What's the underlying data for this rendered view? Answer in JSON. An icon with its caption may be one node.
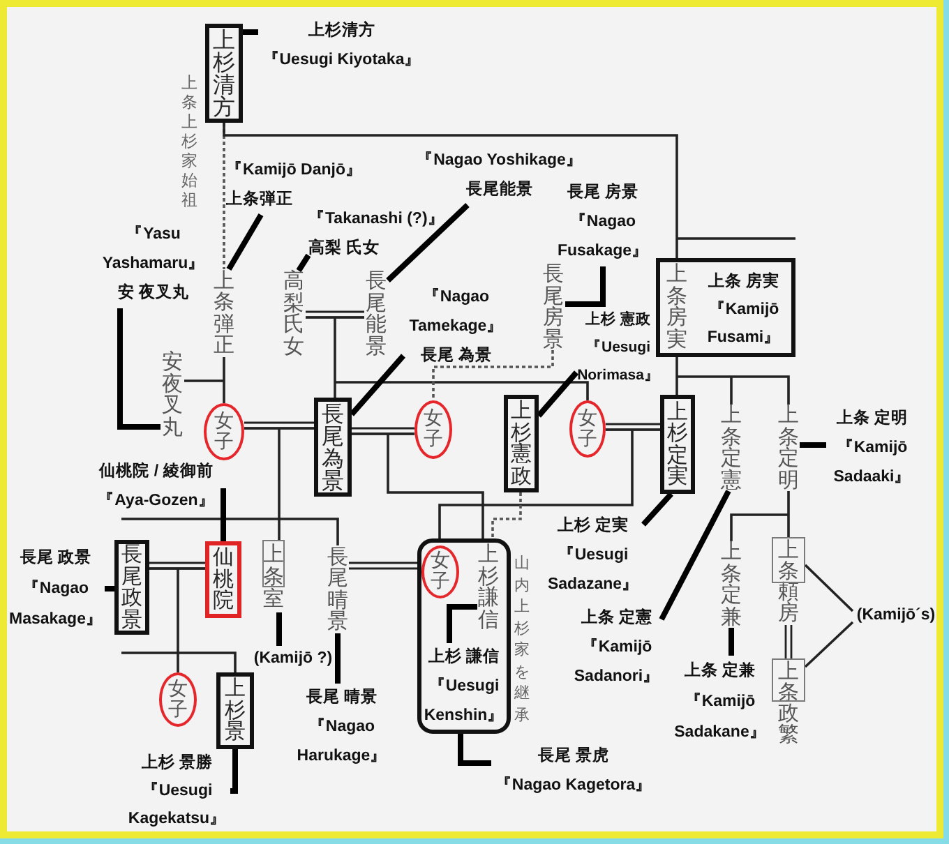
{
  "diagram": {
    "nodes": [
      {
        "text": [
          "上杉清方"
        ],
        "beside": [
          "上条上杉家始祖"
        ]
      },
      {
        "text": [
          "上杉清方",
          "『Uesugi Kiyotaka』"
        ]
      },
      {
        "text": [
          "『Kamijō Danjō』",
          "上条弾正"
        ]
      },
      {
        "text": [
          "『Nagao Yoshikage』",
          "長尾能景"
        ]
      },
      {
        "text": [
          "長尾 房景",
          "『Nagao Fusakage』"
        ]
      },
      {
        "text": [
          "『Takanashi (?)』",
          "高梨 氏女"
        ]
      },
      {
        "text": [
          "『Yasu Yashamaru』",
          "安 夜叉丸"
        ]
      },
      {
        "text": [
          "上条弾正"
        ]
      },
      {
        "text": [
          "高梨氏女"
        ]
      },
      {
        "text": [
          "長尾能景"
        ]
      },
      {
        "text": [
          "長尾房景"
        ]
      },
      {
        "text": [
          "上条房実",
          "上条 房実",
          "『Kamijō Fusami』"
        ]
      },
      {
        "text": [
          "『Nagao Tamekage』",
          "長尾 為景"
        ]
      },
      {
        "text": [
          "上杉 憲政",
          "『Uesugi Norimasa』"
        ]
      },
      {
        "text": [
          "安夜叉丸"
        ]
      },
      {
        "text": [
          "女子"
        ]
      },
      {
        "text": [
          "長尾為景"
        ]
      },
      {
        "text": [
          "女子"
        ]
      },
      {
        "text": [
          "上杉憲政"
        ]
      },
      {
        "text": [
          "女子"
        ]
      },
      {
        "text": [
          "上杉定実"
        ]
      },
      {
        "text": [
          "上条定憲"
        ]
      },
      {
        "text": [
          "上条定明"
        ]
      },
      {
        "text": [
          "上条 定明",
          "『Kamijō Sadaaki』"
        ]
      },
      {
        "text": [
          "仙桃院 / 綾御前",
          "『Aya-Gozen』"
        ]
      },
      {
        "text": [
          "長尾 政景",
          "『Nagao Masakage』"
        ]
      },
      {
        "text": [
          "長尾政景"
        ]
      },
      {
        "text": [
          "仙桃院"
        ]
      },
      {
        "text": [
          "上条室"
        ]
      },
      {
        "text": [
          "長尾晴景"
        ]
      },
      {
        "text": [],
        "shape": "box",
        "beside": [
          "山内上杉家を継承"
        ]
      },
      {
        "text": [
          "女子"
        ],
        "in": 30
      },
      {
        "text": [
          "上杉謙信"
        ],
        "in": 30
      },
      {
        "text": [
          "上杉 定実",
          "『Uesugi Sadazane』"
        ]
      },
      {
        "text": [
          "上条定兼"
        ]
      },
      {
        "text": [
          "上条頼房"
        ]
      },
      {
        "text": [
          "(Kamijō´s)"
        ]
      },
      {
        "text": [
          "上杉 謙信",
          "『Uesugi Kenshin』"
        ],
        "in": 30
      },
      {
        "text": [
          "上条 定憲",
          "『Kamijō Sadanori』"
        ]
      },
      {
        "text": [
          "(Kamijō ?)"
        ]
      },
      {
        "text": [
          "女子"
        ]
      },
      {
        "text": [
          "上杉景"
        ]
      },
      {
        "text": [
          "上条政繁"
        ]
      },
      {
        "text": [
          "長尾 晴景",
          "『Nagao Harukage』"
        ]
      },
      {
        "text": [
          "上条 定兼",
          "『Kamijō Sadakane』"
        ]
      },
      {
        "text": [
          "長尾 景虎",
          "『Nagao Kagetora』"
        ]
      },
      {
        "text": [
          "上杉 景勝",
          "『Uesugi Kagekatsu』"
        ]
      }
    ],
    "edges": [
      {
        "from": 0,
        "to": 7,
        "arrow": "none",
        "style": "dashed"
      },
      {
        "from": 0,
        "to": 11,
        "arrow": "none"
      },
      {
        "from": 1,
        "to": 0,
        "arrow": "none",
        "style": "thick"
      },
      {
        "from": 2,
        "to": 7,
        "arrow": "none",
        "style": "thick"
      },
      {
        "from": 3,
        "to": 9,
        "arrow": "none",
        "style": "thick"
      },
      {
        "from": 4,
        "to": 10,
        "arrow": "none",
        "style": "thick"
      },
      {
        "from": 5,
        "to": 8,
        "arrow": "none",
        "style": "thick"
      },
      {
        "from": 6,
        "to": 14,
        "arrow": "none",
        "style": "thick"
      },
      {
        "from": 8,
        "to": 9,
        "arrow": "none"
      },
      {
        "from": 8,
        "to": 16,
        "arrow": "none"
      },
      {
        "from": 9,
        "to": 16,
        "arrow": "none"
      },
      {
        "from": 8,
        "to": 19,
        "arrow": "none"
      },
      {
        "from": 9,
        "to": 19,
        "arrow": "none"
      },
      {
        "from": 10,
        "to": 17,
        "arrow": "none",
        "style": "dashed"
      },
      {
        "from": 7,
        "to": 15,
        "arrow": "none"
      },
      {
        "from": 14,
        "to": 15,
        "arrow": "none"
      },
      {
        "from": 11,
        "to": 20,
        "arrow": "none"
      },
      {
        "from": 11,
        "to": 21,
        "arrow": "none"
      },
      {
        "from": 11,
        "to": 22,
        "arrow": "none"
      },
      {
        "from": 12,
        "to": 16,
        "arrow": "none",
        "style": "thick"
      },
      {
        "from": 13,
        "to": 18,
        "arrow": "none",
        "style": "thick"
      },
      {
        "from": 15,
        "to": 16,
        "arrow": "none"
      },
      {
        "from": 16,
        "to": 17,
        "arrow": "none"
      },
      {
        "from": 19,
        "to": 20,
        "arrow": "none"
      },
      {
        "from": 23,
        "to": 22,
        "arrow": "none",
        "style": "thick"
      },
      {
        "from": 33,
        "to": 20,
        "arrow": "none",
        "style": "thick"
      },
      {
        "from": 38,
        "to": 21,
        "arrow": "none",
        "style": "thick"
      },
      {
        "from": 15,
        "to": 27,
        "arrow": "none"
      },
      {
        "from": 16,
        "to": 27,
        "arrow": "none"
      },
      {
        "from": 15,
        "to": 28,
        "arrow": "none"
      },
      {
        "from": 16,
        "to": 28,
        "arrow": "none"
      },
      {
        "from": 15,
        "to": 29,
        "arrow": "none"
      },
      {
        "from": 16,
        "to": 29,
        "arrow": "none"
      },
      {
        "from": 16,
        "to": 30,
        "arrow": "none"
      },
      {
        "from": 17,
        "to": 30,
        "arrow": "none"
      },
      {
        "from": 19,
        "to": 30,
        "arrow": "none"
      },
      {
        "from": 20,
        "to": 30,
        "arrow": "none"
      },
      {
        "from": 18,
        "to": 30,
        "arrow": "none",
        "style": "dashed"
      },
      {
        "from": 24,
        "to": 27,
        "arrow": "none",
        "style": "thick"
      },
      {
        "from": 25,
        "to": 26,
        "arrow": "none",
        "style": "thick"
      },
      {
        "from": 26,
        "to": 27,
        "arrow": "none"
      },
      {
        "from": 29,
        "to": 31,
        "arrow": "none"
      },
      {
        "from": 22,
        "to": 34,
        "arrow": "none"
      },
      {
        "from": 22,
        "to": 35,
        "arrow": "none"
      },
      {
        "from": 35,
        "to": 42,
        "arrow": "none"
      },
      {
        "from": 36,
        "to": 35,
        "arrow": "none"
      },
      {
        "from": 36,
        "to": 42,
        "arrow": "none"
      },
      {
        "from": 39,
        "to": 28,
        "arrow": "none",
        "style": "thick"
      },
      {
        "from": 43,
        "to": 29,
        "arrow": "none",
        "style": "thick"
      },
      {
        "from": 37,
        "to": 32,
        "arrow": "none",
        "style": "thick"
      },
      {
        "from": 26,
        "to": 40,
        "arrow": "none"
      },
      {
        "from": 27,
        "to": 40,
        "arrow": "none"
      },
      {
        "from": 26,
        "to": 41,
        "arrow": "none"
      },
      {
        "from": 27,
        "to": 41,
        "arrow": "none"
      },
      {
        "from": 44,
        "to": 34,
        "arrow": "none",
        "style": "thick"
      },
      {
        "from": 45,
        "to": 30,
        "arrow": "none",
        "style": "thick"
      },
      {
        "from": 46,
        "to": 41,
        "arrow": "none",
        "style": "thick"
      }
    ]
  }
}
